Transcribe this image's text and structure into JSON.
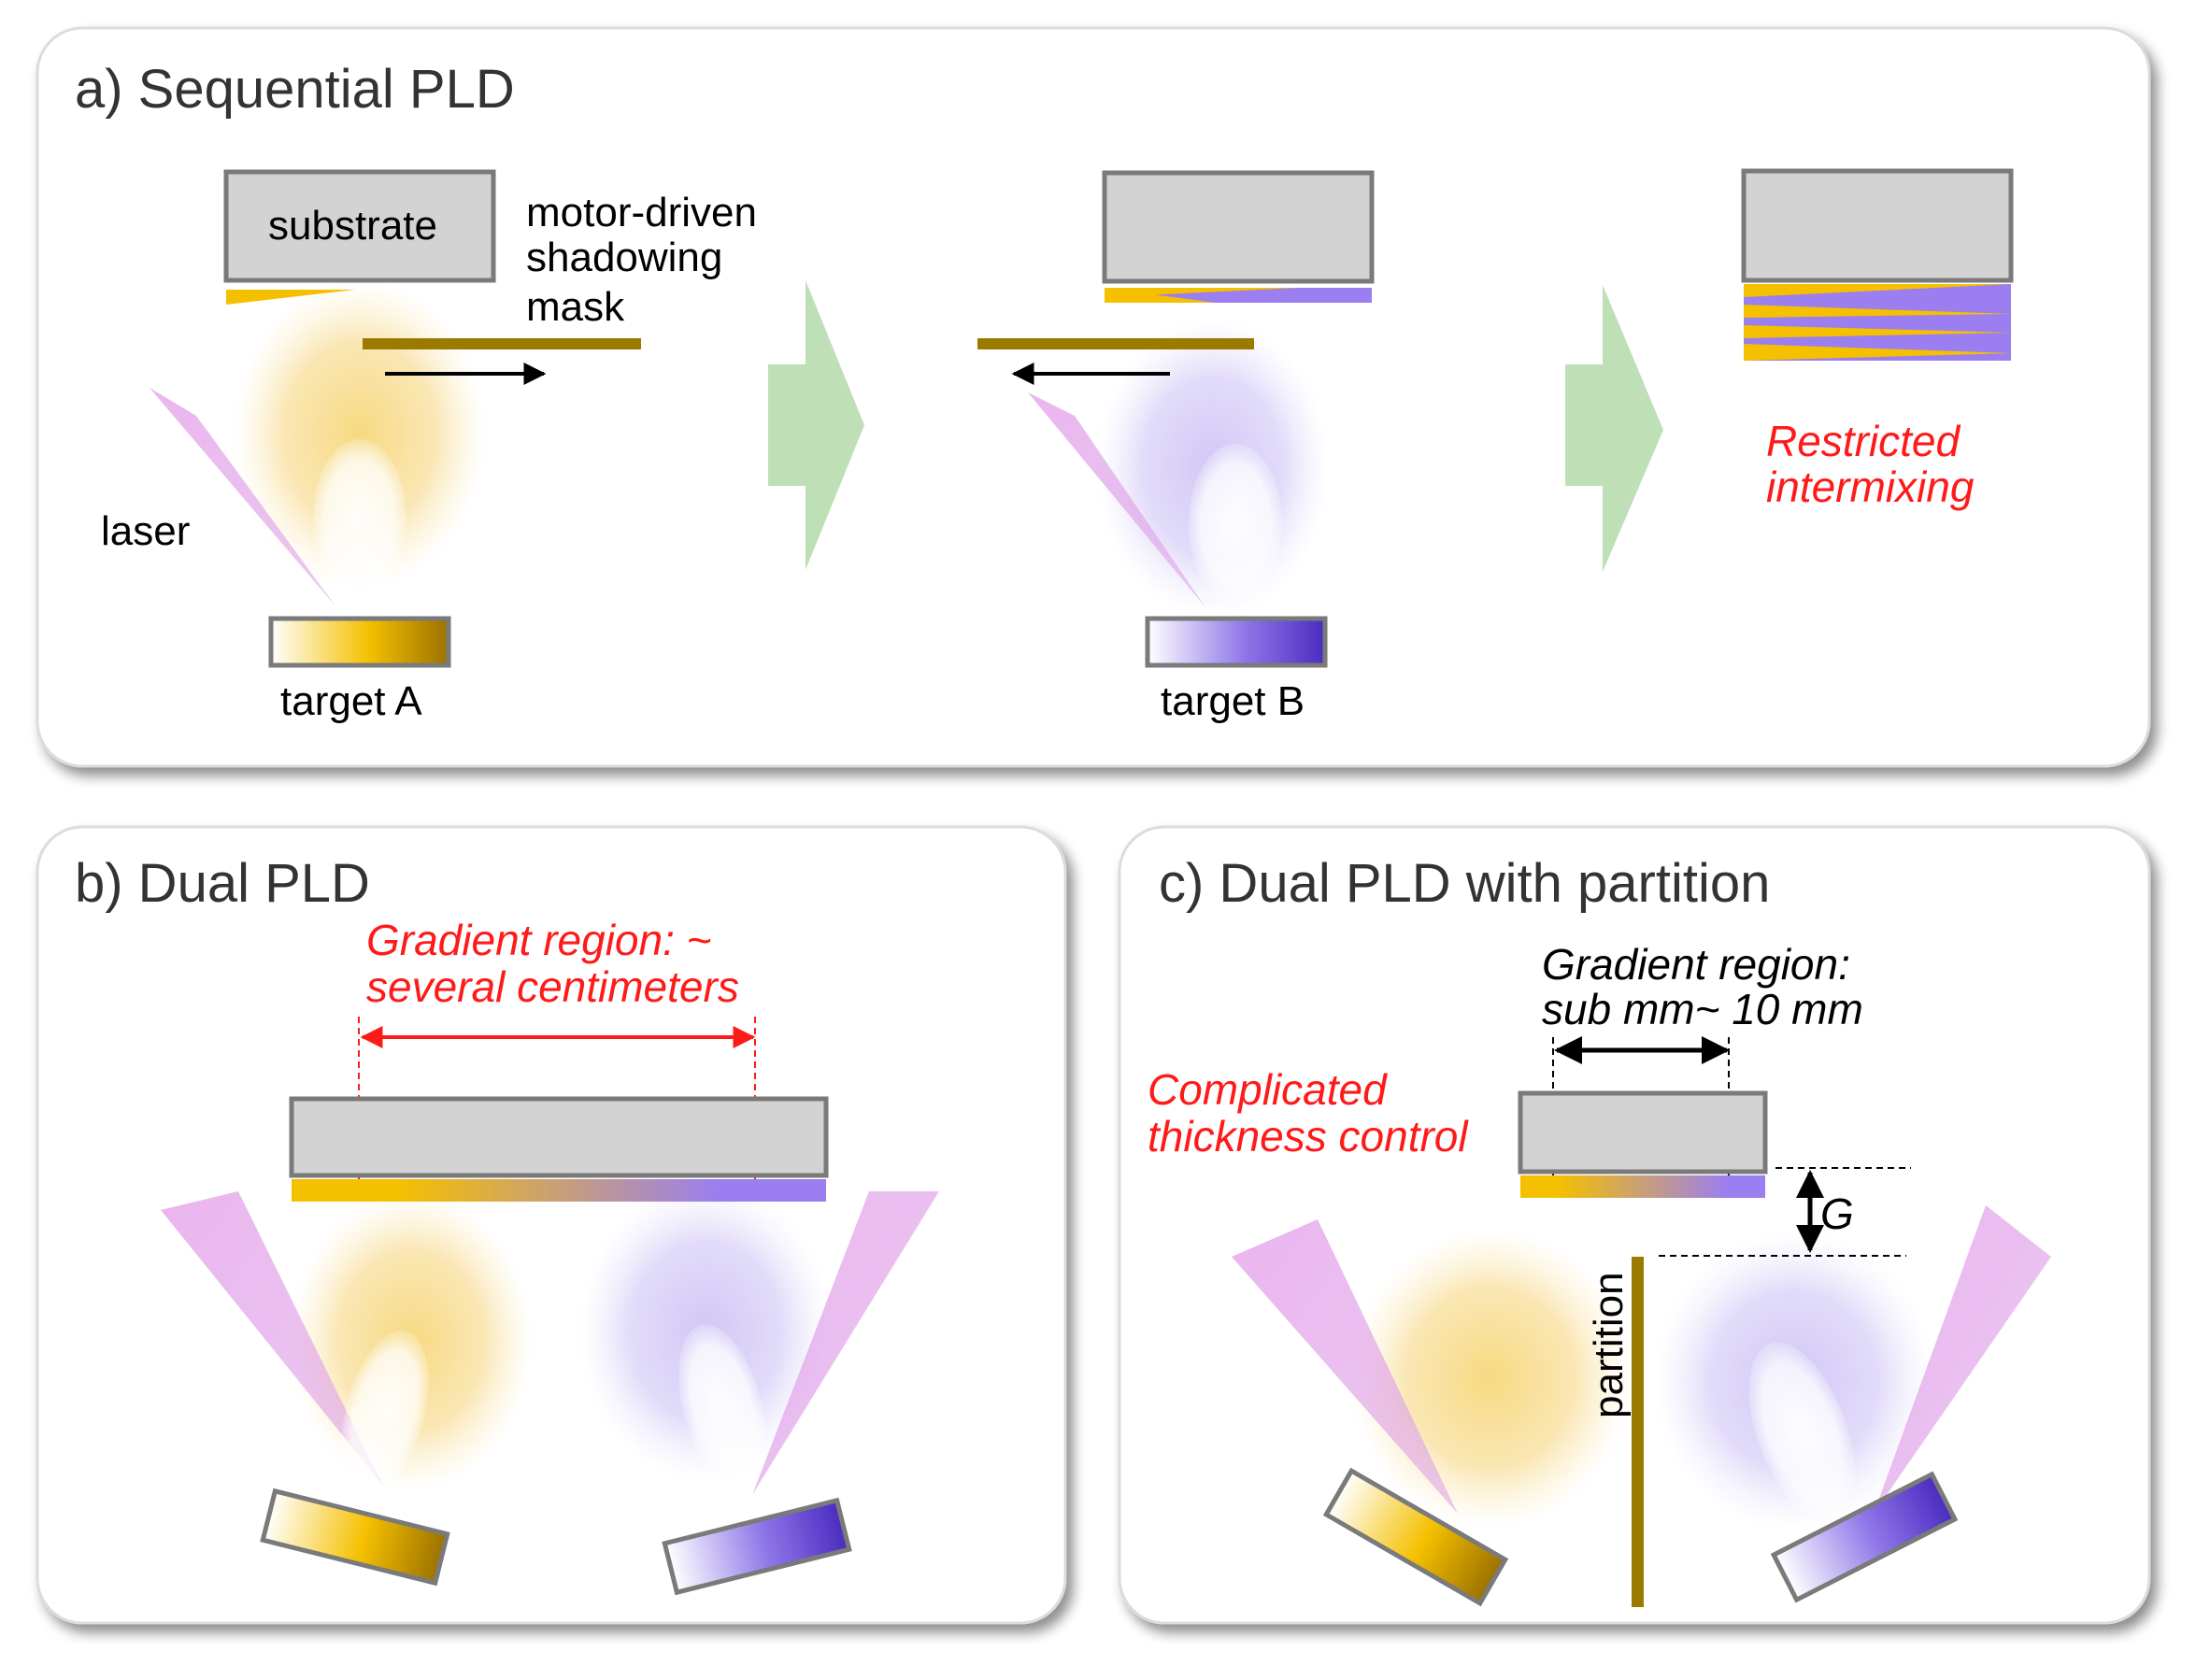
{
  "panel_a": {
    "title": "a) Sequential PLD",
    "substrate_label": "substrate",
    "mask_label_1": "motor-driven",
    "mask_label_2": "shadowing",
    "mask_label_3": "mask",
    "laser_label": "laser",
    "target_a_label": "target A",
    "target_b_label": "target B",
    "result_label_1": "Restricted",
    "result_label_2": "intermixing"
  },
  "panel_b": {
    "title": "b) Dual PLD",
    "gradient_label_1": "Gradient region: ~",
    "gradient_label_2": "several centimeters"
  },
  "panel_c": {
    "title": "c) Dual PLD with partition",
    "gradient_label_1": "Gradient region:",
    "gradient_label_2": "sub mm~ 10 mm",
    "warning_label_1": "Complicated",
    "warning_label_2": "thickness control",
    "gap_label": "G",
    "partition_label": "partition"
  },
  "colors": {
    "material_a": "#f5c000",
    "material_b": "#9b7ef0",
    "substrate": "#d3d3d3",
    "mask": "#9b7a00",
    "laser": "#e6a8ec",
    "arrow": "#b8dcae",
    "highlight": "#ff1a1a"
  }
}
